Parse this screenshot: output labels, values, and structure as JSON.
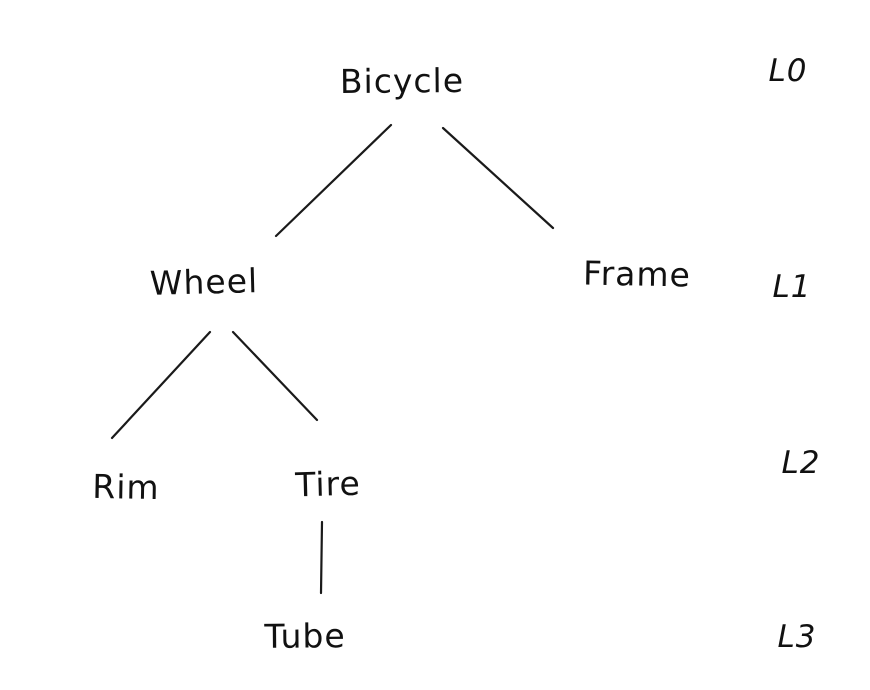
{
  "diagram": {
    "type": "tree",
    "description": "Hand-drawn component hierarchy tree of a bicycle with depth level labels",
    "colors": {
      "ink": "#111111",
      "background": "#ffffff"
    },
    "nodes": {
      "bicycle": {
        "label": "Bicycle",
        "level": "L0"
      },
      "wheel": {
        "label": "Wheel",
        "level": "L1"
      },
      "frame": {
        "label": "Frame",
        "level": "L1"
      },
      "rim": {
        "label": "Rim",
        "level": "L2"
      },
      "tire": {
        "label": "Tire",
        "level": "L2"
      },
      "tube": {
        "label": "Tube",
        "level": "L3"
      }
    },
    "edges": [
      {
        "from": "Bicycle",
        "to": "Wheel"
      },
      {
        "from": "Bicycle",
        "to": "Frame"
      },
      {
        "from": "Wheel",
        "to": "Rim"
      },
      {
        "from": "Wheel",
        "to": "Tire"
      },
      {
        "from": "Tire",
        "to": "Tube"
      }
    ],
    "level_labels": {
      "l0": "L0",
      "l1": "L1",
      "l2": "L2",
      "l3": "L3"
    }
  }
}
